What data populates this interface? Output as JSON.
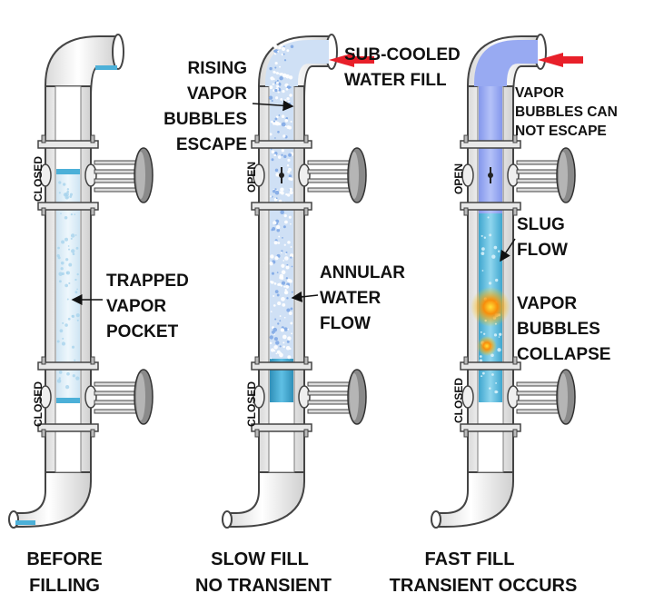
{
  "panels": [
    {
      "top_valve_label": "CLOSED",
      "bottom_valve_label": "CLOSED",
      "annotations": [
        {
          "lines": [
            "TRAPPED",
            "VAPOR",
            "POCKET"
          ]
        }
      ],
      "caption": [
        "BEFORE",
        "FILLING"
      ]
    },
    {
      "top_valve_label": "OPEN",
      "bottom_valve_label": "CLOSED",
      "annotations": [
        {
          "lines": [
            "RISING",
            "VAPOR",
            "BUBBLES",
            "ESCAPE"
          ]
        },
        {
          "lines": [
            "SUB-COOLED",
            "WATER FILL"
          ]
        },
        {
          "lines": [
            "ANNULAR",
            "WATER",
            "FLOW"
          ]
        }
      ],
      "caption": [
        "SLOW FILL",
        "NO TRANSIENT"
      ]
    },
    {
      "top_valve_label": "OPEN",
      "bottom_valve_label": "CLOSED",
      "annotations": [
        {
          "lines": [
            "VAPOR",
            "BUBBLES CAN",
            "NOT ESCAPE"
          ]
        },
        {
          "lines": [
            "SLUG",
            "FLOW"
          ]
        },
        {
          "lines": [
            "VAPOR",
            "BUBBLES",
            "COLLAPSE"
          ]
        }
      ],
      "caption": [
        "FAST FILL",
        "TRANSIENT OCCURS"
      ]
    }
  ],
  "colors": {
    "pipe_outline": "#444444",
    "pipe_wall": "#f4f4f4",
    "vapor_pocket": "#dcecf7",
    "water": "#4cb0d8",
    "fill_blue": "#98aaf2",
    "arrow_red": "#e8202a",
    "flash": "#ff6a00"
  }
}
